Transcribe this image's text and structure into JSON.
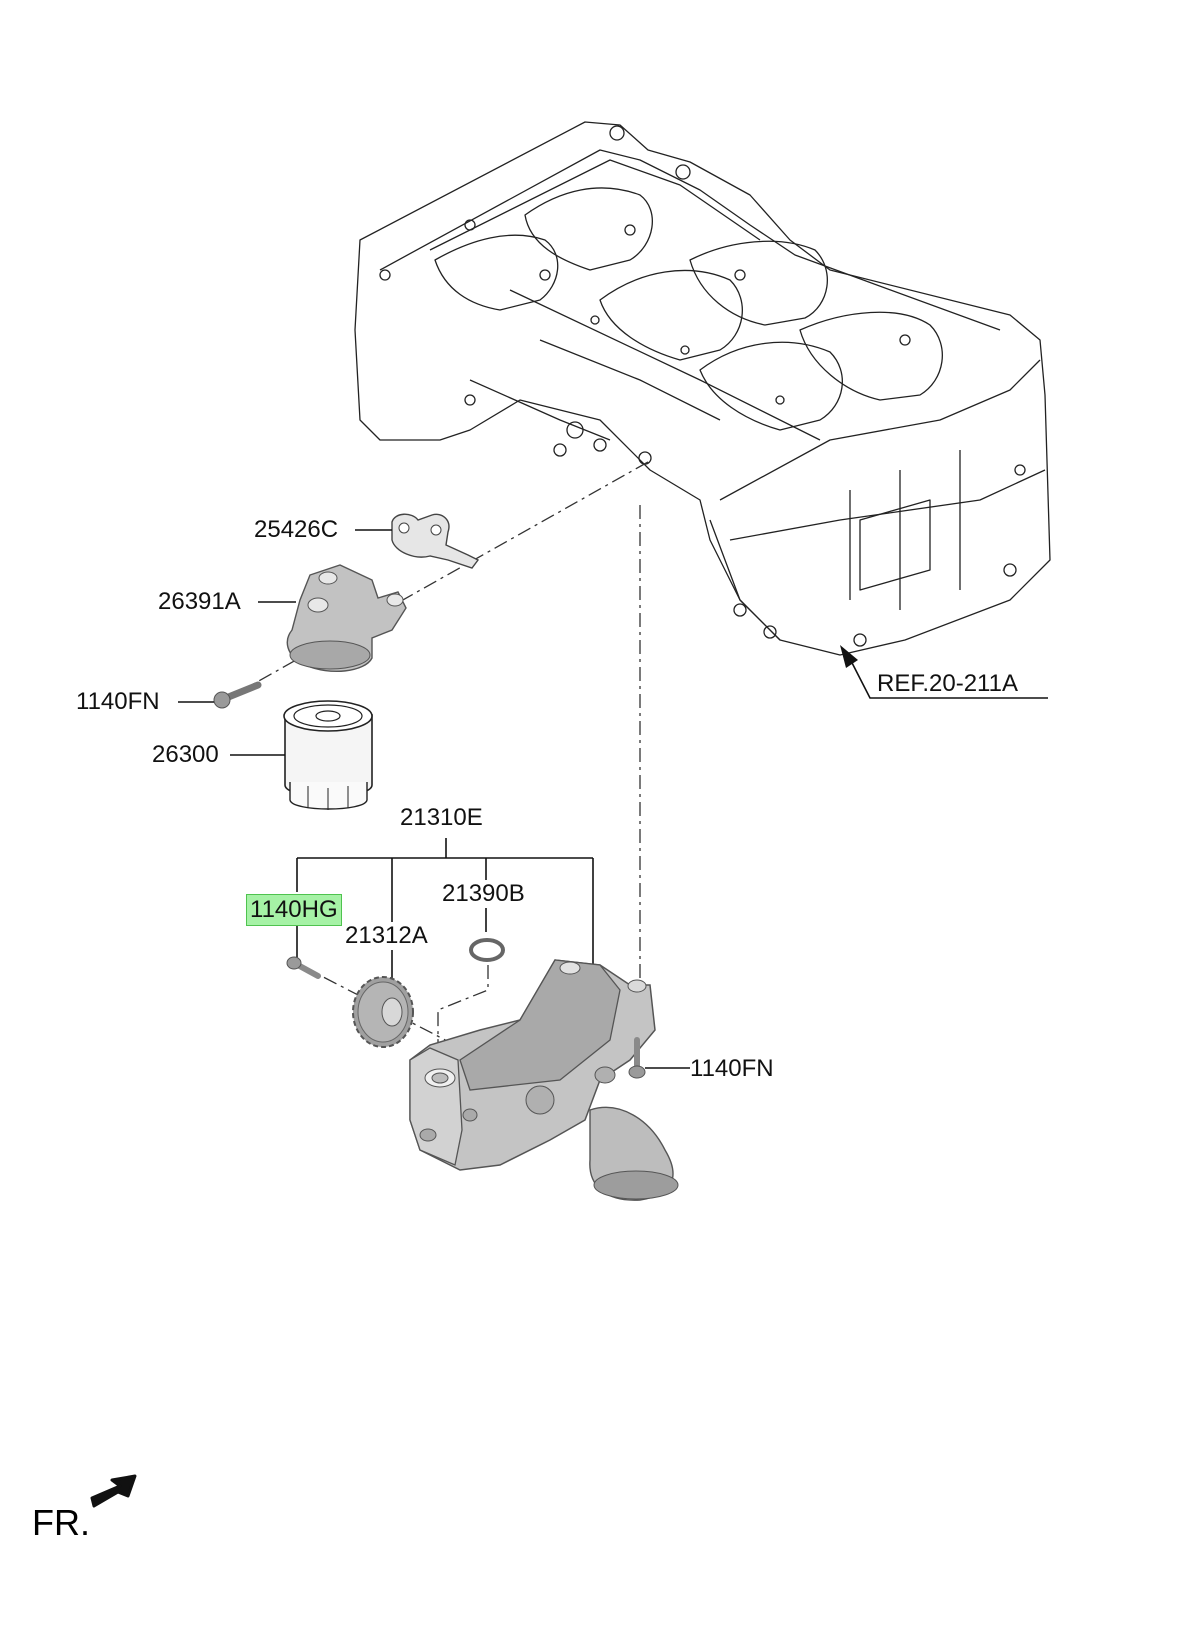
{
  "labels": {
    "gasket": "25426C",
    "filter_housing": "26391A",
    "bolt_upper": "1140FN",
    "oil_filter": "26300",
    "pump_assembly": "21310E",
    "bolt_highlight": "1140HG",
    "o_ring": "21390B",
    "sprocket": "21312A",
    "bolt_pump": "1140FN",
    "reference": "REF.20-211A",
    "front_marker": "FR."
  },
  "colors": {
    "highlight_fill": "#a6f2a6",
    "highlight_border": "#4fc34f",
    "part_gray": "#b8b8b8",
    "line": "#111111"
  }
}
